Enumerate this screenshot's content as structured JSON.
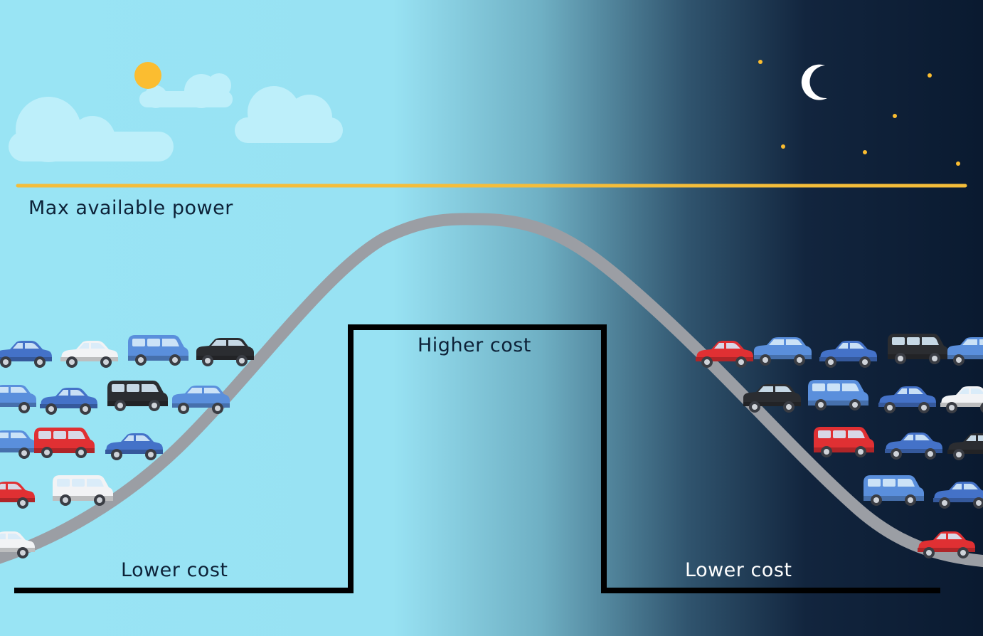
{
  "labels": {
    "max_power": "Max available power",
    "higher_cost": "Higher cost",
    "lower_cost_left": "Lower cost",
    "lower_cost_right": "Lower cost"
  },
  "colors": {
    "day_sky": "#99e4f4",
    "night_sky": "#0b1c33",
    "cloud": "#bdeffa",
    "sun": "#fbbd30",
    "moon": "#ffffff",
    "stars": "#fbbd30",
    "max_power_line": "#f4bd3a",
    "demand_curve": "#9b9ea4",
    "cost_line": "#000000",
    "dark_text": "#0d2238",
    "light_text": "#ffffff",
    "car_red": "#e03033",
    "car_blue": "#4472c8",
    "car_light_blue": "#5a8fdc",
    "car_white": "#f2f3f5",
    "car_black": "#2b2d31"
  },
  "icons": [
    "sun-icon",
    "cloud-icon",
    "moon-icon",
    "star-icon",
    "car-icon"
  ]
}
